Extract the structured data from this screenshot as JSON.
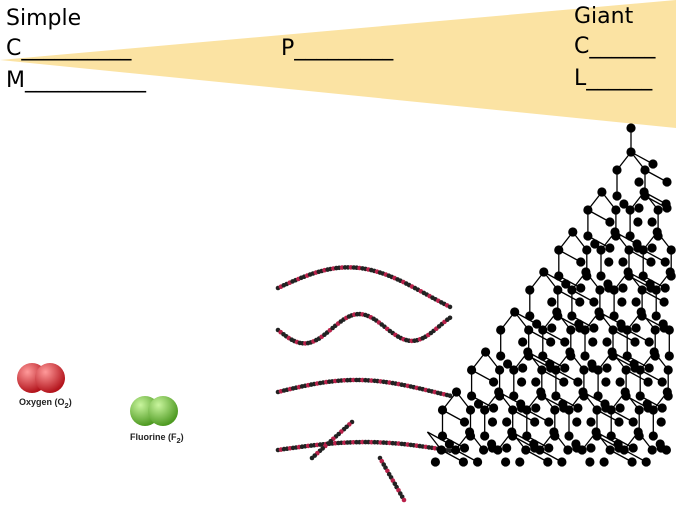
{
  "labels": {
    "simple": "Simple",
    "simple_c": "C__________",
    "simple_m": "M___________",
    "middle_p": "P_________",
    "giant": "Giant",
    "giant_c": "C______",
    "giant_l": "L______"
  },
  "molecules": {
    "oxygen": {
      "name": "Oxygen",
      "formula": "O",
      "subscript": "2",
      "color": "#d8373d"
    },
    "fluorine": {
      "name": "Fluorine",
      "formula": "F",
      "subscript": "2",
      "color": "#77c043"
    }
  },
  "colors": {
    "wedge": "#fbe3a3",
    "bead_dark": "#222222",
    "bead_red": "#b9214a"
  },
  "icons": [
    "oxygen-molecule-icon",
    "fluorine-molecule-icon",
    "polymer-chains-icon",
    "giant-covalent-lattice-icon"
  ]
}
